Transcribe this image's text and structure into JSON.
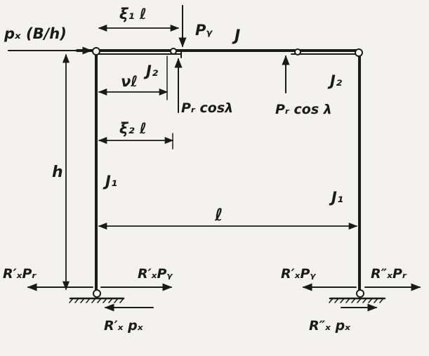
{
  "diagram": {
    "labels": {
      "px_bh": "pₓ (B/h)",
      "xi1_l": "ξ₁ ℓ",
      "py_top": "Pᵧ",
      "J_beam": "J",
      "J2_left": "J₂",
      "J2_right": "J₂",
      "nu_l": "νℓ",
      "pr_cos_left": "Pᵣ cosλ",
      "pr_cos_right": "Pᵣ cos λ",
      "xi2_l": "ξ₂ ℓ",
      "h": "h",
      "J1_left": "J₁",
      "J1_right": "J₁",
      "l": "ℓ",
      "rx1_pr_left": "R′ₓPᵣ",
      "rx1_py_left": "R′ₓPᵧ",
      "rx1_py_right": "R′ₓPᵧ",
      "rx2_pr_right": "R″ₓPᵣ",
      "rx1_px": "R′ₓ pₓ",
      "rx2_px": "R″ₓ pₓ"
    }
  }
}
